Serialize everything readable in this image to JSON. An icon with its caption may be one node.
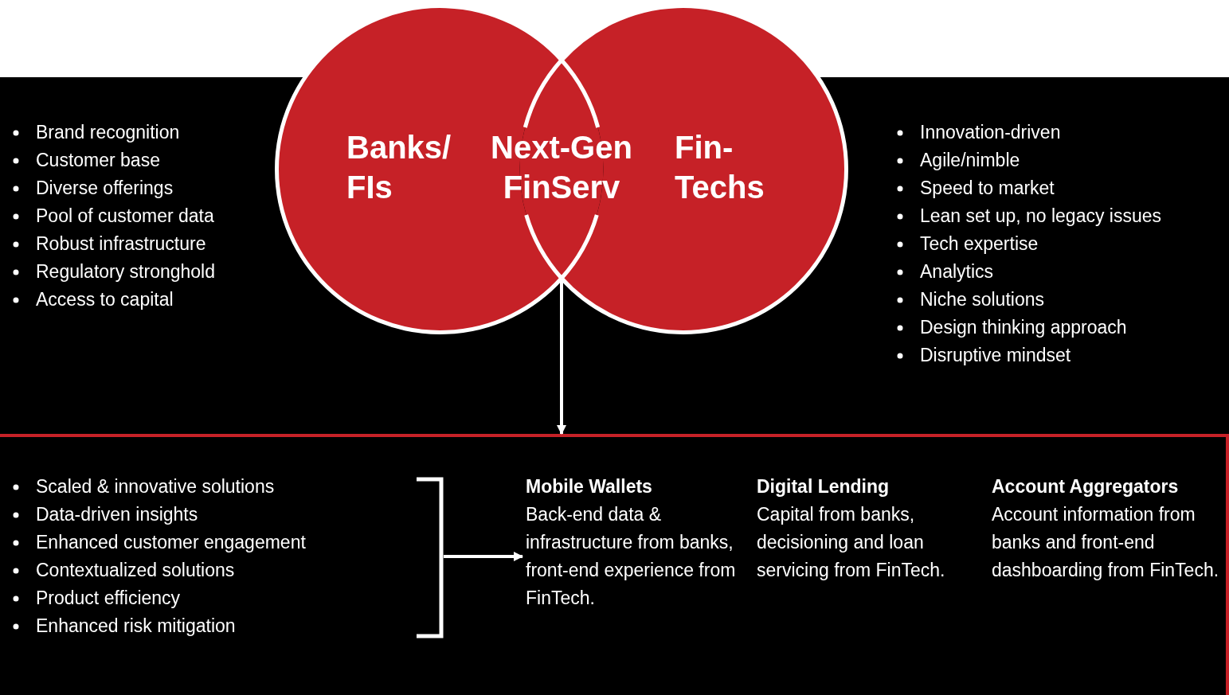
{
  "diagram": {
    "nodes": [
      {
        "text": [
          "Banks/ FIs"
        ],
        "beside": [
          "Brand recognition",
          "Customer base",
          "Diverse offerings",
          "Pool of customer data",
          "Robust infrastructure",
          "Regulatory stronghold",
          "Access to capital"
        ]
      },
      {
        "text": [
          "Fin-Techs"
        ],
        "beside": [
          "Innovation-driven",
          "Agile/nimble",
          "Speed to market",
          "Lean set up, no legacy issues",
          "Tech expertise",
          "Analytics",
          "Niche solutions",
          "Design thinking approach",
          "Disruptive mindset"
        ]
      },
      {
        "text": [
          "Next-Gen FinServ"
        ]
      },
      {
        "text": [],
        "shape": "box"
      },
      {
        "text": [
          "Scaled & innovative solutions",
          "Data-driven insights",
          "Enhanced customer engagement",
          "Contextualized solutions",
          "Product efficiency",
          "Enhanced risk mitigation"
        ],
        "in": 3
      },
      {
        "text": [
          "Mobile Wallets",
          "Back-end data & infrastructure from banks, front-end experience from FinTech."
        ],
        "in": 3
      },
      {
        "text": [
          "Digital Lending",
          "Capital from banks, decisioning and loan servicing from FinTech."
        ],
        "in": 3
      },
      {
        "text": [
          "Account Aggregators",
          "Account information from banks and front-end dashboarding from FinTech."
        ],
        "in": 3
      }
    ],
    "edges": [
      {
        "from": 2,
        "to": 3,
        "arrow": "to"
      },
      {
        "from": 4,
        "to": 5,
        "arrow": "to"
      }
    ]
  }
}
